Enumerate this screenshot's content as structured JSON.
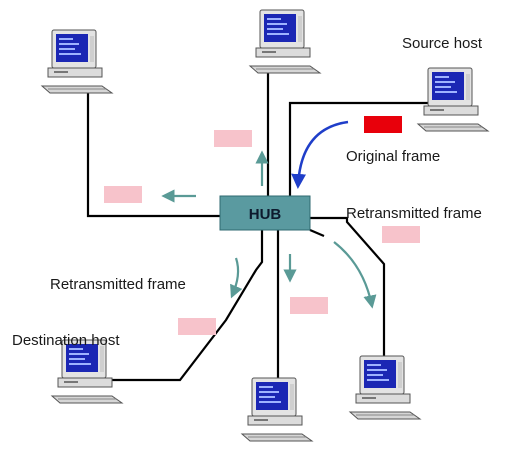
{
  "hub": {
    "label": "HUB"
  },
  "labels": {
    "source_host": "Source host",
    "original_frame": "Original frame",
    "retransmitted_right": "Retransmitted frame",
    "retransmitted_left": "Retransmitted frame",
    "destination_host": "Destination host"
  },
  "colors": {
    "hub_fill": "#5a9aa0",
    "original_frame": "#e8000b",
    "retransmitted_frame": "#f7c3cb",
    "cable": "#000000",
    "retransmit_arrow": "#5a9a96",
    "original_arrow": "#1f3ec9",
    "monitor_screen": "#1b27b4"
  },
  "icons": {
    "computer": "desktop-computer-icon"
  }
}
